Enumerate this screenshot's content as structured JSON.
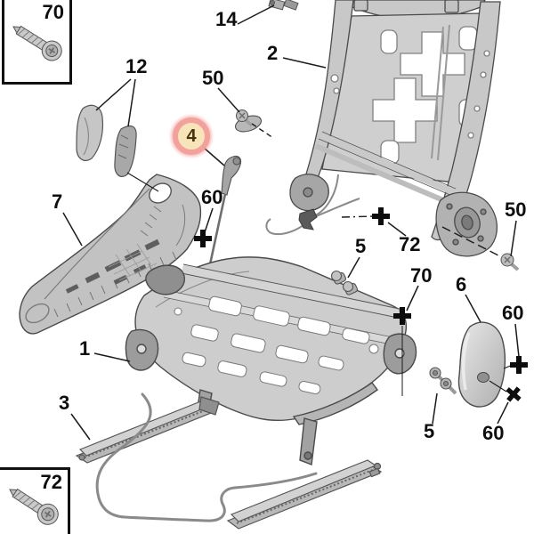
{
  "diagram_title": "Front seat frame and adjustment exploded parts diagram",
  "inset_boxes": {
    "top": {
      "label": "70"
    },
    "bottom": {
      "label": "72"
    }
  },
  "highlight": {
    "label": "4",
    "ring_color": "#f2a19c",
    "fill_color": "#f7e5b9"
  },
  "callouts": {
    "c12": "12",
    "c14": "14",
    "c2": "2",
    "c50_left": "50",
    "c7": "7",
    "c60_center": "60",
    "c72_cable": "72",
    "c5_upper": "5",
    "c70_right": "70",
    "c50_right": "50",
    "c6": "6",
    "c60_right_upper": "60",
    "c1": "1",
    "c3": "3",
    "c5_lower": "5",
    "c60_right_lower": "60"
  },
  "icons": {
    "plus-marker": "+",
    "rotated-plus-marker": "x",
    "screw-icon": "pan-head screw"
  },
  "art_colors": {
    "line": "#1b1b1b",
    "part_outline": "#4a4a4a",
    "part_fill_light": "#cdcdcd",
    "part_fill_mid": "#b0b0b0",
    "part_fill_dark": "#8f8f8f"
  }
}
